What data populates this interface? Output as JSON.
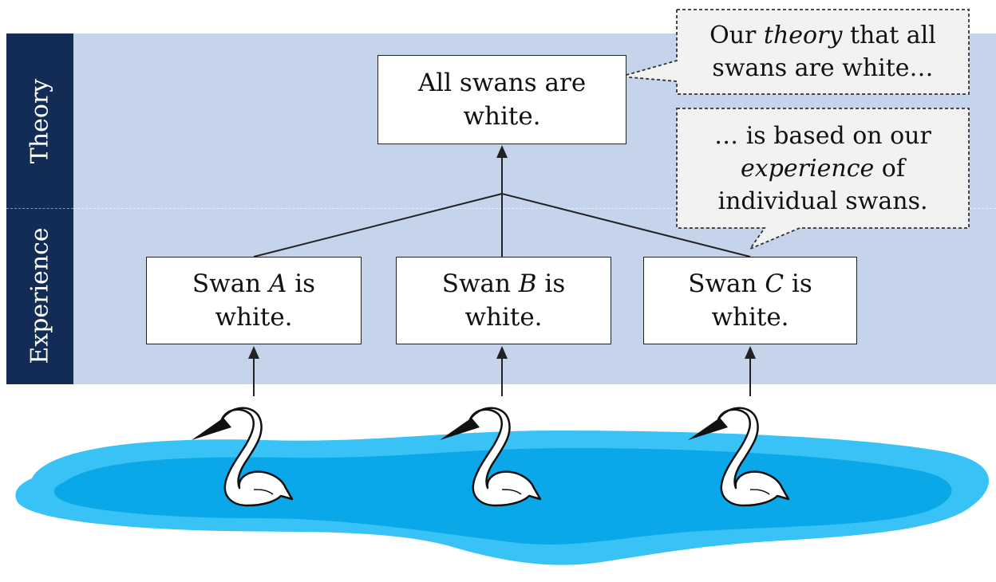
{
  "sidebar": {
    "theory_label": "Theory",
    "experience_label": "Experience"
  },
  "theory_box": {
    "line1": "All swans are",
    "line2": "white."
  },
  "experience_boxes": [
    {
      "prefix": "Swan ",
      "letter": "A",
      "suffix": " is",
      "line2": "white."
    },
    {
      "prefix": "Swan ",
      "letter": "B",
      "suffix": " is",
      "line2": "white."
    },
    {
      "prefix": "Swan ",
      "letter": "C",
      "suffix": " is",
      "line2": "white."
    }
  ],
  "callout_theory": {
    "pre": "Our ",
    "em": "theory",
    "post": " that all",
    "line2": "swans are white…"
  },
  "callout_experience": {
    "line1": "… is based on our",
    "em": "experience",
    "post": " of",
    "line3": "individual swans."
  },
  "colors": {
    "band": "#c5d4ea",
    "sidebar": "#132c56",
    "lake_outer": "#39c2f5",
    "lake_inner": "#0aa8e8",
    "callout_fill": "#f2f2f2"
  }
}
